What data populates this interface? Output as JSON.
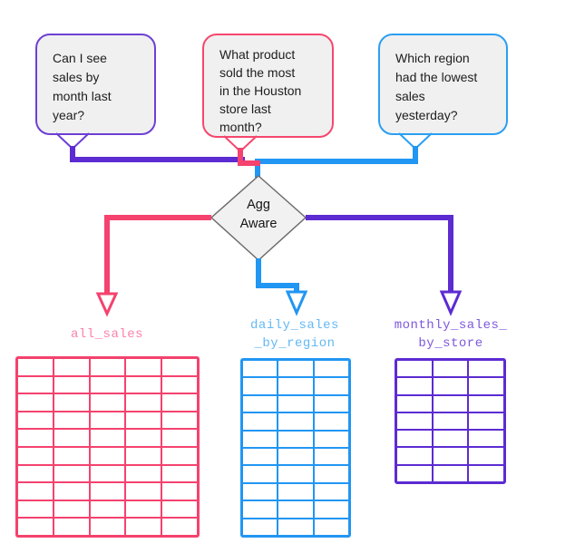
{
  "colors": {
    "purple": "#5c2bd2",
    "pink": "#f5426e",
    "blue": "#2196f3",
    "bubble_fill": "#f0f0f0",
    "diamond_fill": "#f1f1f1",
    "diamond_border": "#6e6e6e",
    "arrowhead_fill": "#ffffff"
  },
  "bubbles": [
    {
      "text": "Can I see\nsales by\nmonth last\nyear?",
      "border_color": "#6d3fd4"
    },
    {
      "text": "What product\nsold the most\nin the Houston\nstore last\nmonth?",
      "border_color": "#f5476f"
    },
    {
      "text": "Which region\nhad the lowest\nsales\nyesterday?",
      "border_color": "#2b9ff2"
    }
  ],
  "diamond": {
    "label": "Agg\nAware"
  },
  "tables": [
    {
      "label": "all_sales",
      "rows": 10,
      "cols": 5,
      "color": "#f5426e",
      "label_color": "#fa82a8"
    },
    {
      "label": "daily_sales\n_by_region",
      "rows": 10,
      "cols": 3,
      "color": "#2196f3",
      "label_color": "#63b8f5"
    },
    {
      "label": "monthly_sales_\nby_store",
      "rows": 7,
      "cols": 3,
      "color": "#5c2bd2",
      "label_color": "#7d57dd"
    }
  ]
}
